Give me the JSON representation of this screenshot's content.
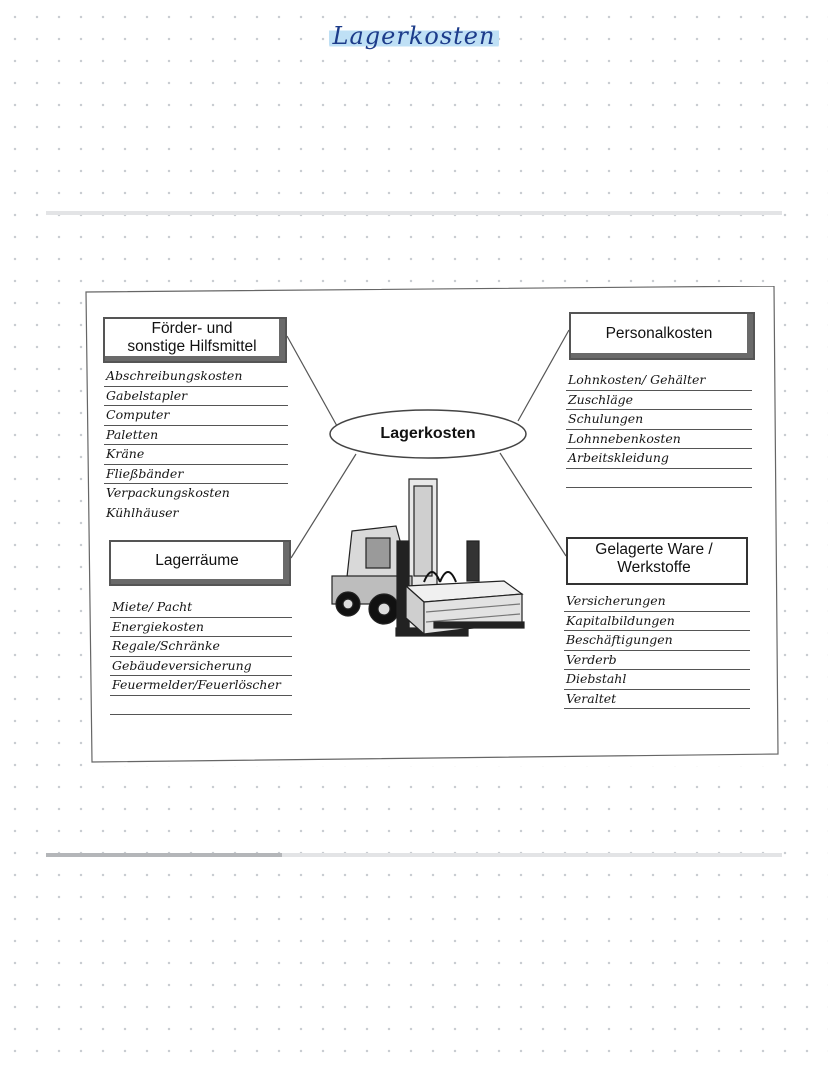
{
  "page": {
    "title": "Lagerkosten",
    "scroll_progress": 0.32
  },
  "diagram": {
    "center": "Lagerkosten",
    "foerder": {
      "heading_line1": "Förder- und",
      "heading_line2": "sonstige Hilfsmittel",
      "items": [
        "Abschreibungskosten",
        "Gabelstapler",
        "Computer",
        "Paletten",
        "Kräne",
        "Fließbänder",
        "Verpackungskosten",
        "Kühlhäuser"
      ]
    },
    "personal": {
      "heading": "Personalkosten",
      "items": [
        "Lohnkosten/ Gehälter",
        "Zuschläge",
        "Schulungen",
        "Lohnnebenkosten",
        "Arbeitskleidung",
        ""
      ]
    },
    "lagerraeume": {
      "heading": "Lagerräume",
      "items": [
        "Miete/ Pacht",
        "Energiekosten",
        "Regale/Schränke",
        "Gebäudeversicherung",
        "Feuermelder/Feuerlöscher",
        ""
      ]
    },
    "ware": {
      "heading": "Gelagerte Ware / Werkstoffe",
      "items": [
        "Versicherungen",
        "Kapitalbildungen",
        "Beschäftigungen",
        "Verderb",
        "Diebstahl",
        "Veraltet"
      ]
    },
    "image_icon": "forklift-illustration"
  },
  "colors": {
    "title_text": "#1d3c8a",
    "title_highlight": "#bfe0f5"
  }
}
